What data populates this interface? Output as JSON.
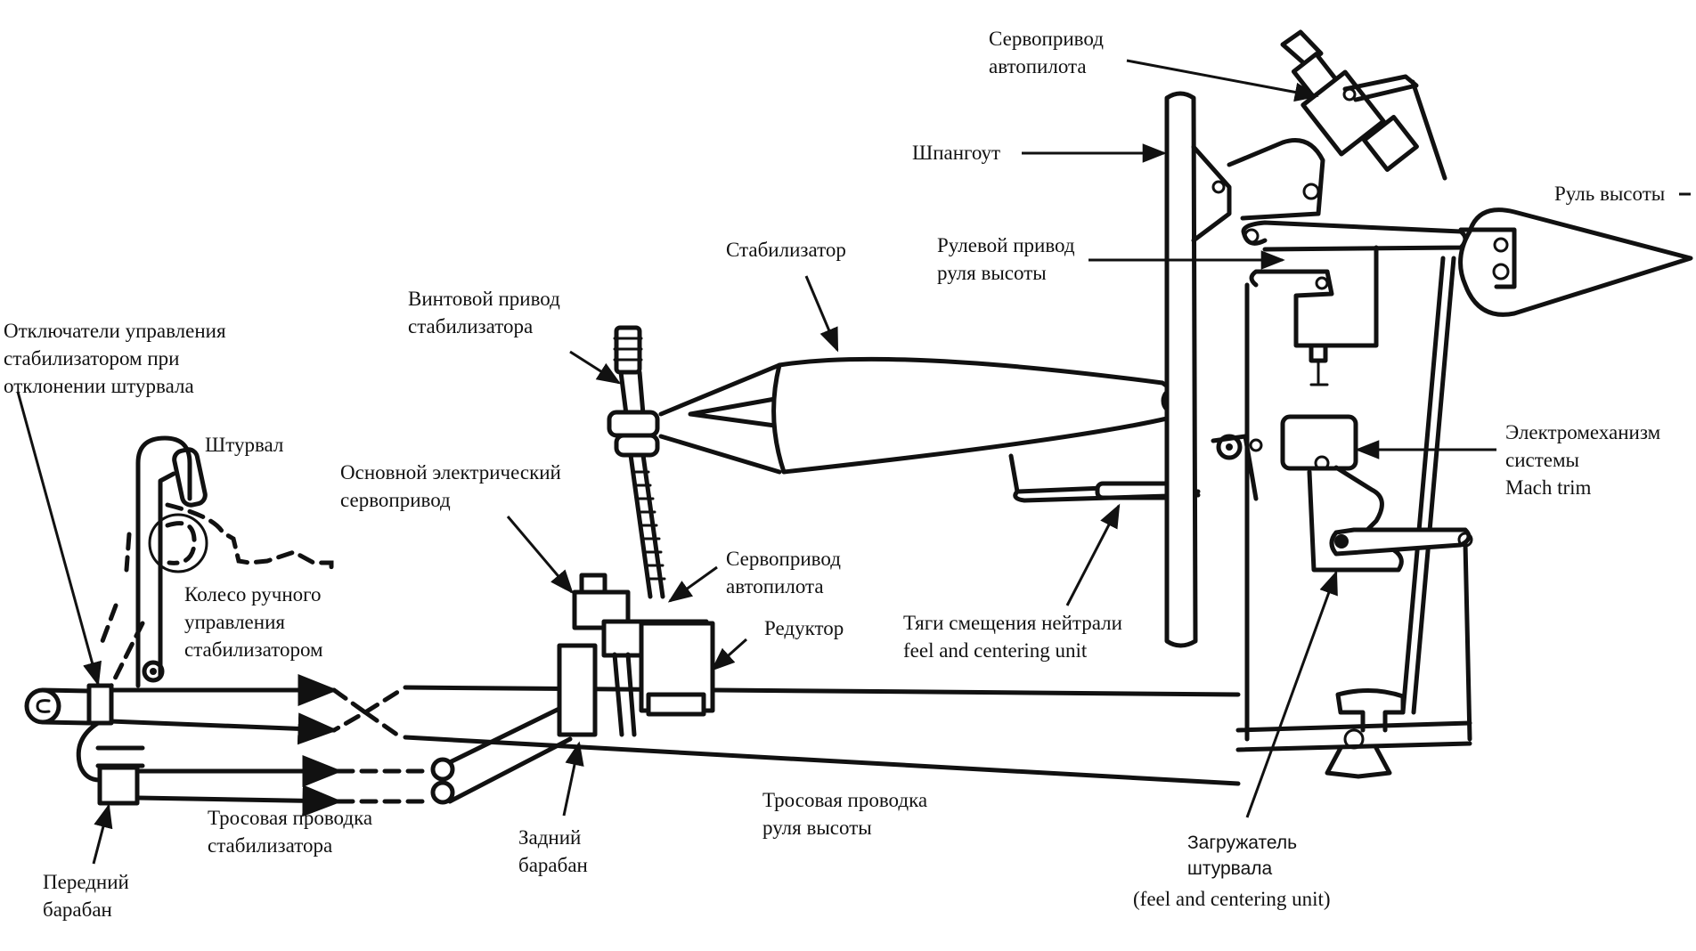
{
  "diagram": {
    "language": "ru",
    "subject": "Elevator and stabilizer control system",
    "labels": {
      "autopilot_servo_top": "Сервопривод\nавтопилота",
      "frame": "Шпангоут",
      "elevator": "Руль высоты",
      "stabilizer": "Стабилизатор",
      "elevator_actuator": "Рулевой привод\nруля высоты",
      "screw_actuator": "Винтовой привод\nстабилизатора",
      "trim_cutout": "Отключатели управления\nстабилизатором при\nотклонении штурвала",
      "mach_trim": "Электромеханизм\nсистемы\nMach trim",
      "control_column": "Штурвал",
      "main_servo": "Основной электрический\nсервопривод",
      "trim_wheel": "Колесо ручного\nуправления\nстабилизатором",
      "autopilot_servo_mid": "Сервопривод\nавтопилота",
      "gearbox": "Редуктор",
      "neutral_shift_rods": "Тяги смещения нейтрали\nfeel and centering unit",
      "stab_cables": "Тросовая проводка\nстабилизатора",
      "aft_drum": "Задний\nбарабан",
      "elevator_cables": "Тросовая проводка\nруля высоты",
      "feel_unit": "Загружатель\nштурвала",
      "feel_unit_en": "(feel and centering unit)",
      "forward_drum": "Передний\nбарабан"
    }
  }
}
